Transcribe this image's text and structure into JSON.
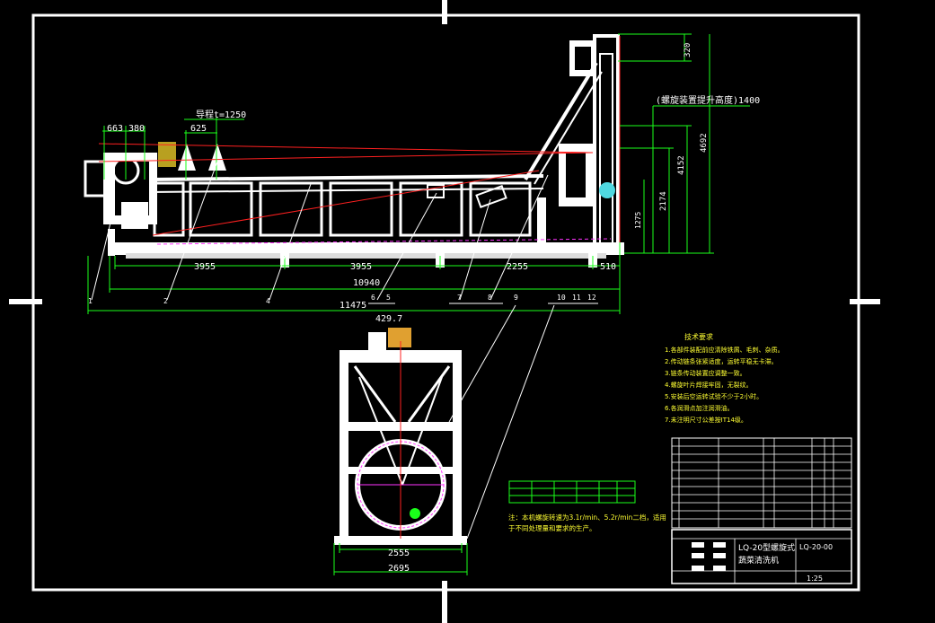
{
  "drawing": {
    "side_view_dimensions": {
      "d663": "663",
      "d380": "380",
      "d625": "625",
      "pitch_label": "导程t=1250",
      "d320": "320",
      "lift_label": "(螺旋装置提升高度)1400",
      "d4692": "4692",
      "d4152": "4152",
      "d2174": "2174",
      "d1275": "1275",
      "seg1": "3955",
      "seg2": "3955",
      "seg3": "2255",
      "seg4": "510",
      "total1": "10940",
      "total2": "11475",
      "d429": "429.7"
    },
    "part_numbers": [
      "1",
      "2",
      "4",
      "6",
      "5",
      "7",
      "8",
      "9",
      "10",
      "11",
      "12"
    ],
    "end_view_dimensions": {
      "w1": "2555",
      "w2": "2695"
    },
    "tech_requirements": {
      "title": "技术要求",
      "lines": [
        "1.各部件装配前应清除铁屑、毛刺、杂质。",
        "2.传动链条张紧适度，运转平稳无卡滞。",
        "3.链条传动装置应调整一致。",
        "4.螺旋叶片焊接牢固，无裂纹。",
        "5.安装后空运转试验不少于2小时。",
        "6.各润滑点加注润滑油。",
        "7.未注明尺寸公差按IT14级。"
      ]
    },
    "speed_note": {
      "lines": [
        "注：本机螺旋转速为3.1r/min、5.2r/min二档，适用",
        "于不同处理量和要求的生产。"
      ]
    },
    "title_block": {
      "title_line1": "LQ-20型螺旋式",
      "title_line2": "蔬菜清洗机",
      "drawing_no": "LQ-20-00",
      "scale": "1:25"
    },
    "colors": {
      "frame": "#ffffff",
      "dimension": "#1aff1a",
      "center_line": "#ff2020",
      "magenta": "#ff33ff",
      "note": "#ffff33"
    }
  }
}
